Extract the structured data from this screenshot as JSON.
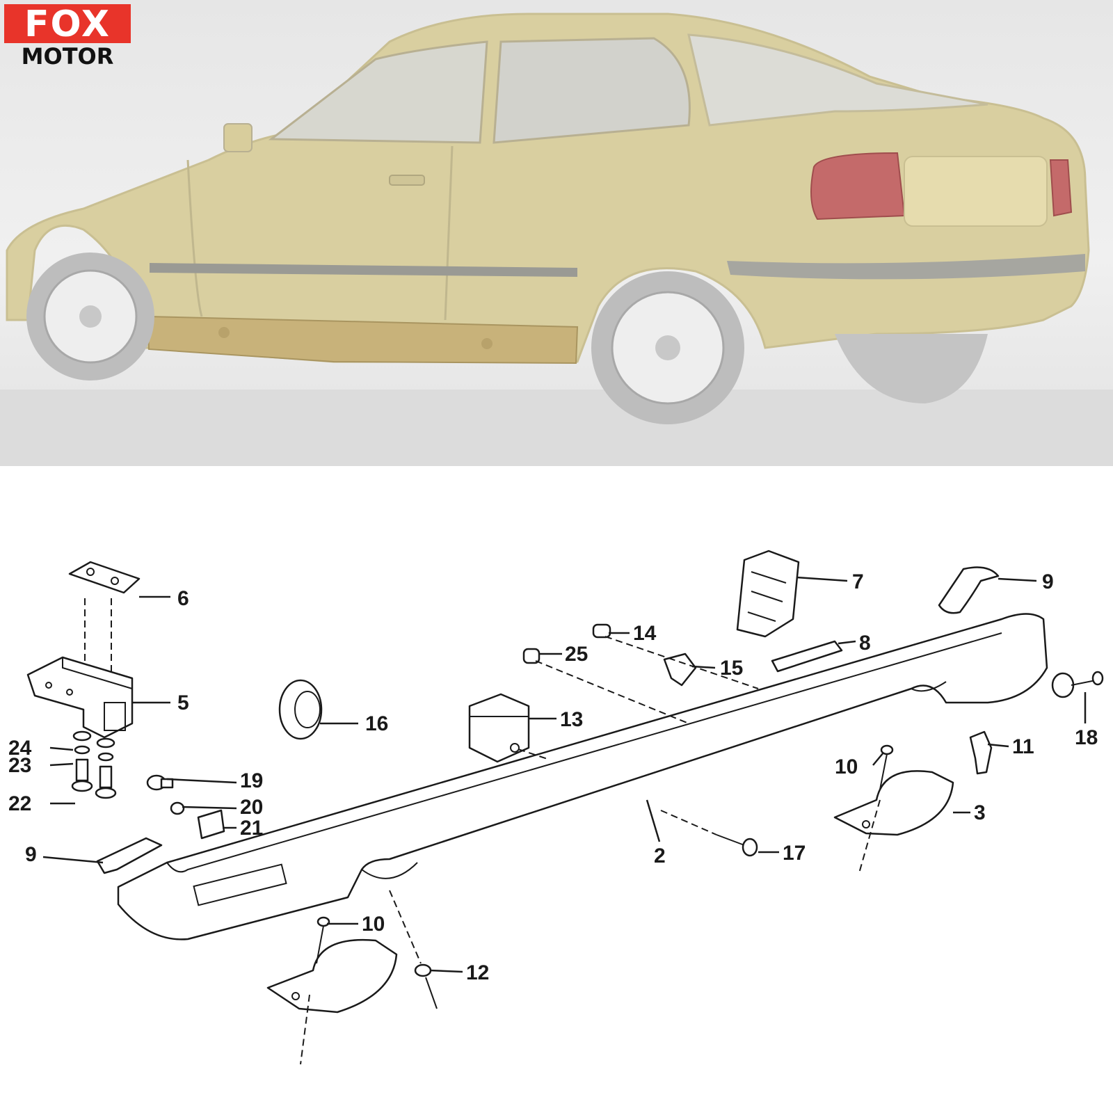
{
  "brand": {
    "logo_top": "FOX",
    "logo_bottom": "MOTOR",
    "accent_color": "#e8342a"
  },
  "photo": {
    "car_color": "#d9cfa0",
    "sill_color": "#c8b27a"
  },
  "callouts": [
    "2",
    "3",
    "5",
    "6",
    "7",
    "8",
    "9",
    "9",
    "10",
    "10",
    "11",
    "12",
    "13",
    "14",
    "15",
    "16",
    "17",
    "18",
    "19",
    "20",
    "21",
    "22",
    "23",
    "24",
    "25"
  ]
}
